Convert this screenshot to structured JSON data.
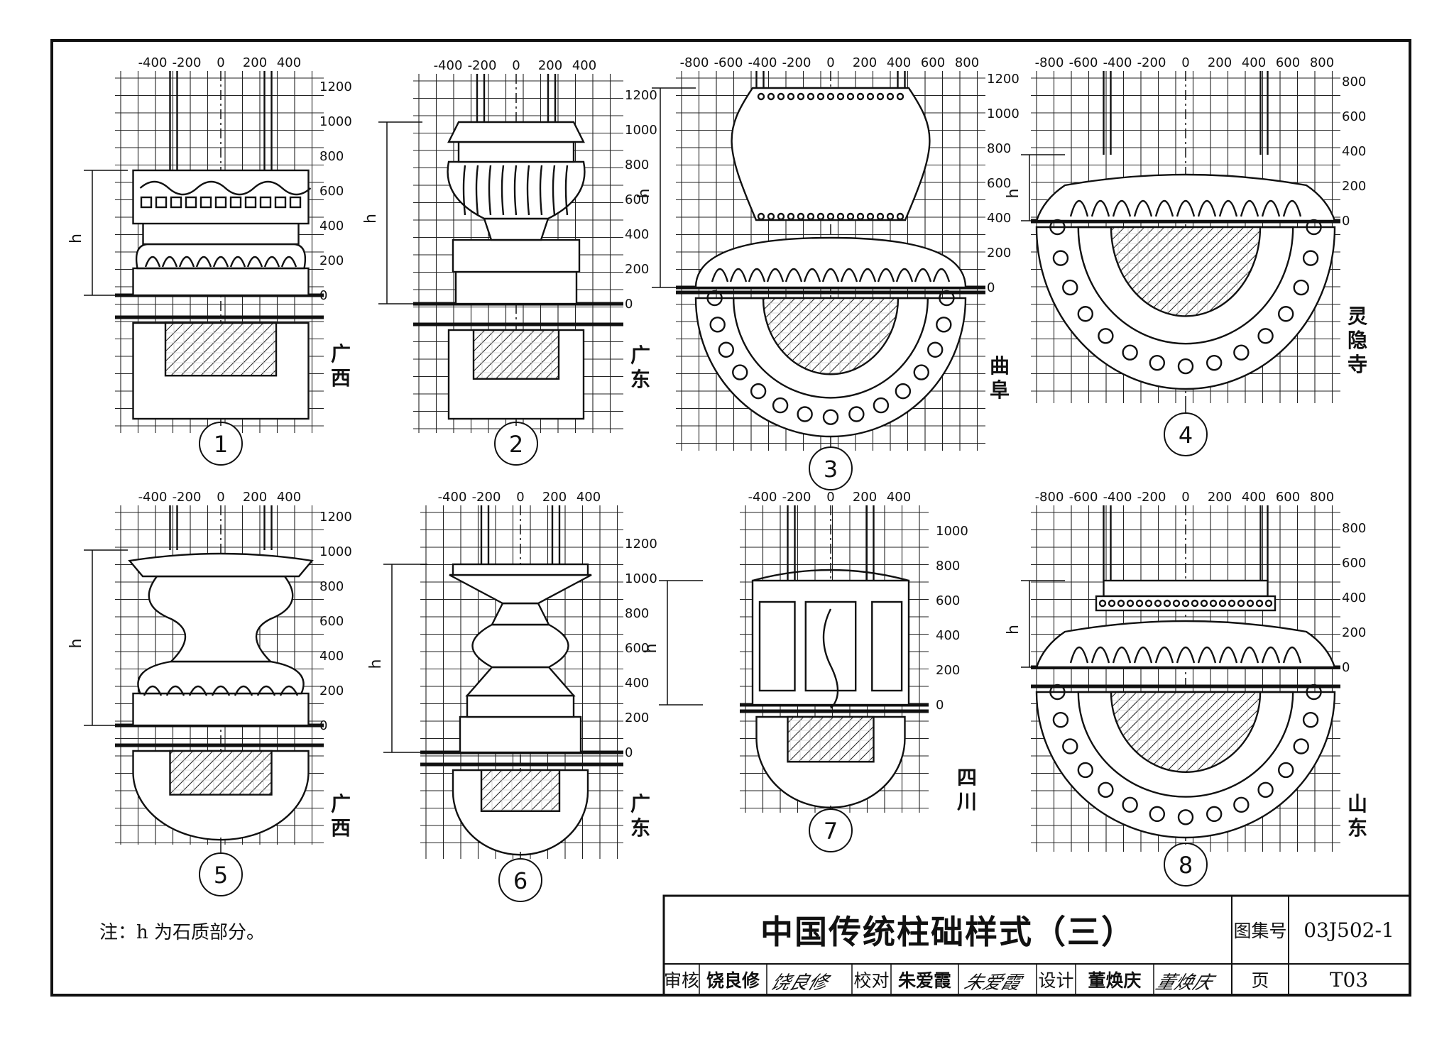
{
  "columns": [
    {
      "number": "1",
      "region": "广西",
      "height_label": "h",
      "axis_x": [
        "-400",
        "-200",
        "0",
        "200",
        "400"
      ],
      "axis_y": [
        "1200",
        "1000",
        "800",
        "600",
        "400",
        "200",
        "0"
      ]
    },
    {
      "number": "2",
      "region": "广东",
      "height_label": "h",
      "axis_x": [
        "-400",
        "-200",
        "0",
        "200",
        "400"
      ],
      "axis_y": [
        "1200",
        "1000",
        "800",
        "600",
        "400",
        "200",
        "0"
      ]
    },
    {
      "number": "3",
      "region": "曲阜",
      "height_label": "h",
      "axis_x": [
        "-800",
        "-600",
        "-400",
        "-200",
        "0",
        "200",
        "400",
        "600",
        "800"
      ],
      "axis_y": [
        "1200",
        "1000",
        "800",
        "600",
        "400",
        "200",
        "0"
      ]
    },
    {
      "number": "4",
      "region": "灵隐寺",
      "height_label": "h",
      "axis_x": [
        "-800",
        "-600",
        "-400",
        "-200",
        "0",
        "200",
        "400",
        "600",
        "800"
      ],
      "axis_y": [
        "800",
        "600",
        "400",
        "200",
        "0"
      ]
    },
    {
      "number": "5",
      "region": "广西",
      "height_label": "h",
      "axis_x": [
        "-400",
        "-200",
        "0",
        "200",
        "400"
      ],
      "axis_y": [
        "1200",
        "1000",
        "800",
        "600",
        "400",
        "200",
        "0"
      ]
    },
    {
      "number": "6",
      "region": "广东",
      "height_label": "h",
      "axis_x": [
        "-400",
        "-200",
        "0",
        "200",
        "400"
      ],
      "axis_y": [
        "1200",
        "1000",
        "800",
        "600",
        "400",
        "200",
        "0"
      ]
    },
    {
      "number": "7",
      "region": "四川",
      "height_label": "h",
      "axis_x": [
        "-400",
        "-200",
        "0",
        "200",
        "400"
      ],
      "axis_y": [
        "1000",
        "800",
        "600",
        "400",
        "200",
        "0"
      ]
    },
    {
      "number": "8",
      "region": "山东",
      "height_label": "h",
      "axis_x": [
        "-800",
        "-600",
        "-400",
        "-200",
        "0",
        "200",
        "400",
        "600",
        "800"
      ],
      "axis_y": [
        "800",
        "600",
        "400",
        "200",
        "0"
      ]
    }
  ],
  "note": "注：h 为石质部分。",
  "title_block": {
    "title": "中国传统柱础样式（三）",
    "atlas_label": "图集号",
    "atlas_number": "03J502-1",
    "page_label": "页",
    "page_number": "T03",
    "review_label": "审核",
    "reviewer": "饶良修",
    "reviewer_sig": "饶良修",
    "check_label": "校对",
    "checker": "朱爱霞",
    "checker_sig": "朱爱霞",
    "design_label": "设计",
    "designer": "董焕庆",
    "designer_sig": "董焕庆"
  }
}
